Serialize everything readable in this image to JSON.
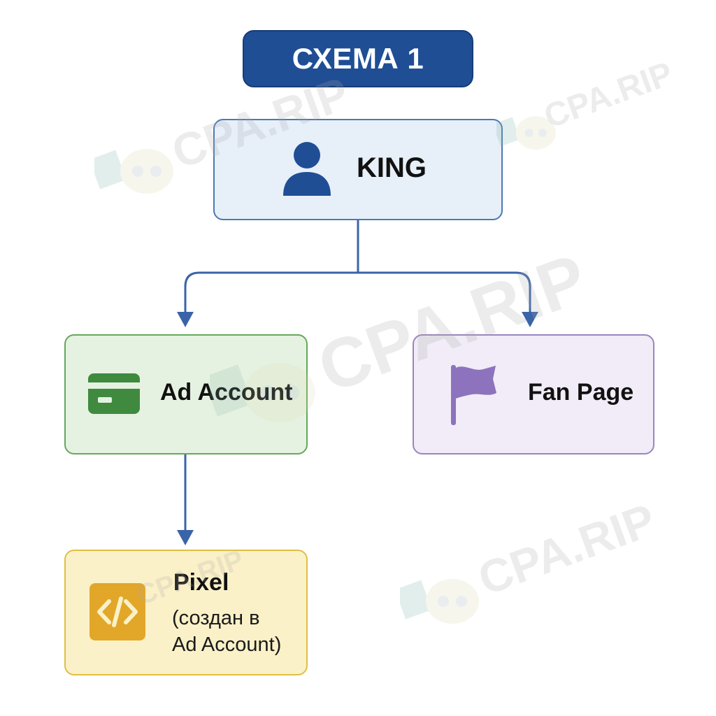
{
  "title": "СХЕМА 1",
  "nodes": {
    "king": {
      "label": "KING",
      "icon": "user-icon",
      "fill": "#e7eff9",
      "border": "#4d79b5"
    },
    "ad_account": {
      "label": "Ad Account",
      "icon": "credit-card-icon",
      "fill": "#e6f2e1",
      "border": "#66a85a"
    },
    "fan_page": {
      "label": "Fan Page",
      "icon": "flag-icon",
      "fill": "#f1ecf7",
      "border": "#9a86bd"
    },
    "pixel": {
      "label": "Pixel",
      "sub_line1": "(создан в",
      "sub_line2": "Ad Account)",
      "icon": "code-icon",
      "fill": "#fbf1c8",
      "border": "#e0bf45"
    }
  },
  "watermark": {
    "text": "CPA.RIP",
    "icon": "skull-icon"
  },
  "colors": {
    "title_bg": "#1f4e95",
    "connector": "#3a64a8"
  }
}
